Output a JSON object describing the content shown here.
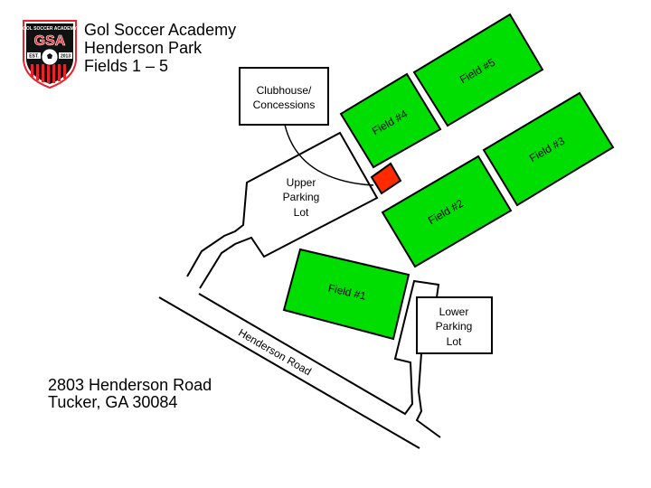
{
  "header": {
    "lines": [
      "Gol Soccer Academy",
      "Henderson Park",
      "Fields 1 – 5"
    ]
  },
  "logo": {
    "top_text": "GOL SOCCER ACADEMY",
    "initials": "GSA",
    "est_left": "EST.",
    "est_right": "2013",
    "colors": {
      "red": "#e8232b",
      "black": "#111111",
      "border": "#e8232b"
    }
  },
  "address": {
    "line1": "2803 Henderson Road",
    "line2": "Tucker, GA 30084"
  },
  "map": {
    "colors": {
      "field": "#00dd00",
      "concession": "#ff2a00",
      "outline": "#000000"
    },
    "fields": [
      {
        "label": "Field #1"
      },
      {
        "label": "Field #2"
      },
      {
        "label": "Field #3"
      },
      {
        "label": "Field #4"
      },
      {
        "label": "Field #5"
      }
    ],
    "buildings": {
      "clubhouse": [
        "Clubhouse/",
        "Concessions"
      ],
      "upper_lot": [
        "Upper",
        "Parking",
        "Lot"
      ],
      "lower_lot": [
        "Lower",
        "Parking",
        "Lot"
      ]
    },
    "road_label": "Henderson Road"
  }
}
